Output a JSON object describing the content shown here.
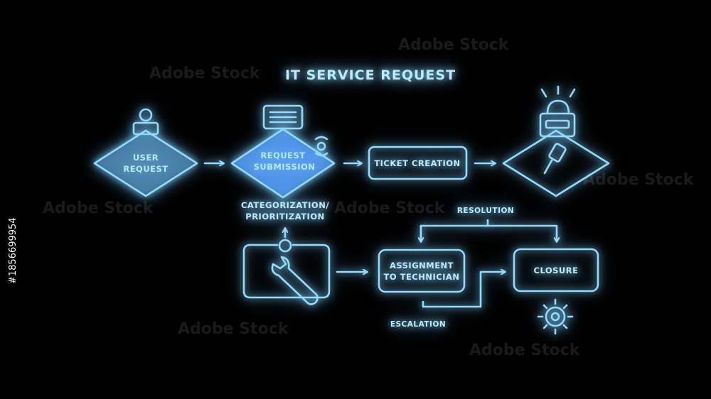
{
  "title": "IT SERVICE REQUEST",
  "nodes": {
    "user_request": [
      "USER",
      "REQUEST"
    ],
    "request_submission": [
      "REQUEST",
      "SUBMISSION"
    ],
    "ticket_creation": "TICKET CREATION",
    "categorization": [
      "CATEGORIZATION/",
      "PRIORITIZATION"
    ],
    "assignment": [
      "ASSIGNMENT",
      "TO TECHNICIAN"
    ],
    "closure": "CLOSURE"
  },
  "edge_labels": {
    "resolution": "RESOLUTION",
    "escalation": "ESCALATION"
  },
  "icons": [
    "user-icon",
    "ticket-icon",
    "cycle-icon",
    "lock-icon",
    "key-icon",
    "wrench-icon",
    "person-dot-icon",
    "gear-icon"
  ],
  "watermark": {
    "text": "Adobe Stock",
    "side_id": "#1856699954"
  },
  "colors": {
    "background": "#000000",
    "neon_line": "#8fdcff",
    "neon_glow": "#1e7bff",
    "text": "#b9ecff"
  }
}
